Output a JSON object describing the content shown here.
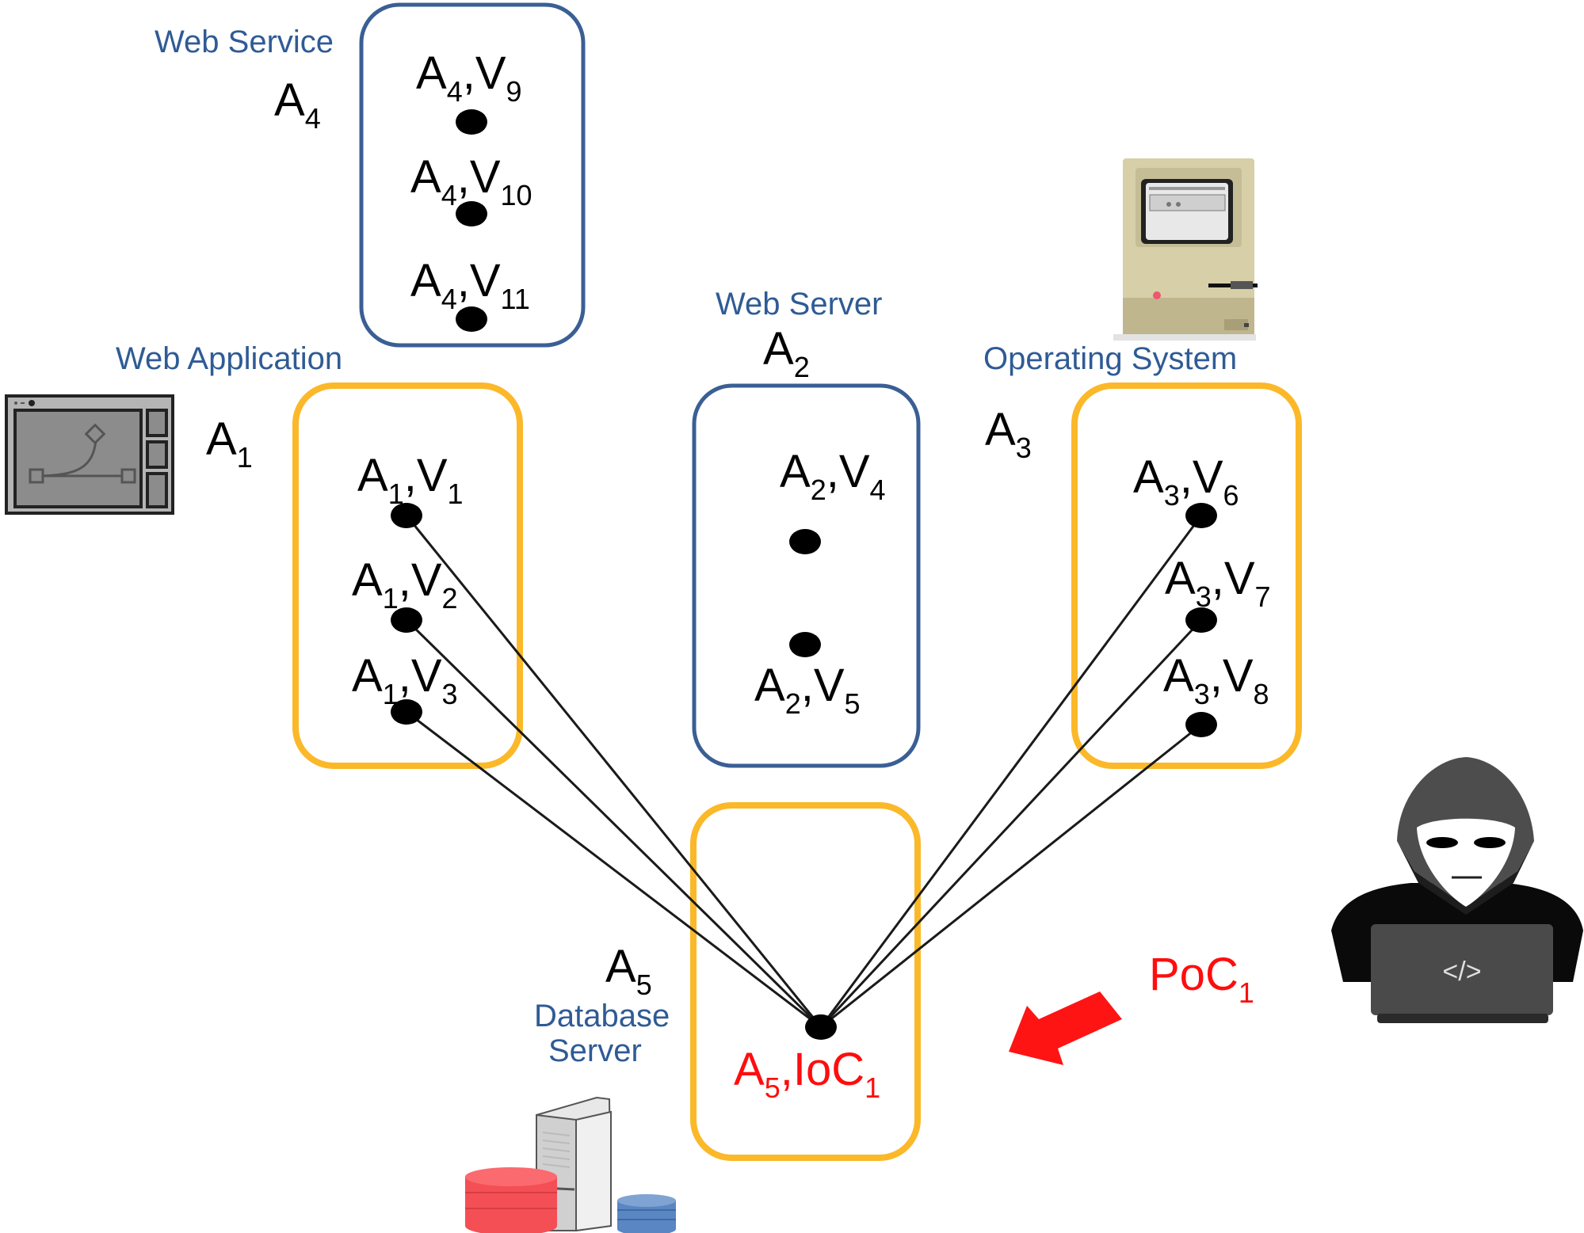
{
  "colors": {
    "web_service_box": "#3a5f94",
    "web_server_box": "#3a5f94",
    "web_app_box": "#fbb829",
    "os_box": "#fbb829",
    "db_box": "#fbb829",
    "category_text": "#2f5b95",
    "highlight": "#ff0d0d",
    "edge": "#1a1a1a"
  },
  "assets": [
    {
      "id": "A1",
      "base": "A",
      "sub": "1",
      "category": "Web Application"
    },
    {
      "id": "A2",
      "base": "A",
      "sub": "2",
      "category": "Web Server"
    },
    {
      "id": "A3",
      "base": "A",
      "sub": "3",
      "category": "Operating System"
    },
    {
      "id": "A4",
      "base": "A",
      "sub": "4",
      "category": "Web Service"
    },
    {
      "id": "A5",
      "base": "A",
      "sub": "5",
      "category_line1": "Database",
      "category_line2": "Server"
    }
  ],
  "nodes": [
    {
      "id": "A4V9",
      "asset_sub": "4",
      "v": "V",
      "v_sub": "9"
    },
    {
      "id": "A4V10",
      "asset_sub": "4",
      "v": "V",
      "v_sub": "10"
    },
    {
      "id": "A4V11",
      "asset_sub": "4",
      "v": "V",
      "v_sub": "11"
    },
    {
      "id": "A1V1",
      "asset_sub": "1",
      "v": "V",
      "v_sub": "1"
    },
    {
      "id": "A1V2",
      "asset_sub": "1",
      "v": "V",
      "v_sub": "2"
    },
    {
      "id": "A1V3",
      "asset_sub": "1",
      "v": "V",
      "v_sub": "3"
    },
    {
      "id": "A2V4",
      "asset_sub": "2",
      "v": "V",
      "v_sub": "4"
    },
    {
      "id": "A2V5",
      "asset_sub": "2",
      "v": "V",
      "v_sub": "5"
    },
    {
      "id": "A3V6",
      "asset_sub": "3",
      "v": "V",
      "v_sub": "6"
    },
    {
      "id": "A3V7",
      "asset_sub": "3",
      "v": "V",
      "v_sub": "7"
    },
    {
      "id": "A3V8",
      "asset_sub": "3",
      "v": "V",
      "v_sub": "8"
    },
    {
      "id": "A5IoC1",
      "asset_sub": "5",
      "v": "IoC",
      "v_sub": "1"
    }
  ],
  "edges": [
    {
      "from": "A1V1",
      "to": "A5IoC1"
    },
    {
      "from": "A1V2",
      "to": "A5IoC1"
    },
    {
      "from": "A1V3",
      "to": "A5IoC1"
    },
    {
      "from": "A3V6",
      "to": "A5IoC1"
    },
    {
      "from": "A3V7",
      "to": "A5IoC1"
    },
    {
      "from": "A3V8",
      "to": "A5IoC1"
    }
  ],
  "attacker": {
    "label_base": "PoC",
    "label_sub": "1",
    "laptop_text": "</>"
  },
  "icons": {
    "web_app": "web-application-window-icon",
    "os": "vintage-computer-icon",
    "db": "database-server-icon",
    "attacker": "hooded-hacker-icon",
    "arrow": "attack-arrow-icon"
  }
}
